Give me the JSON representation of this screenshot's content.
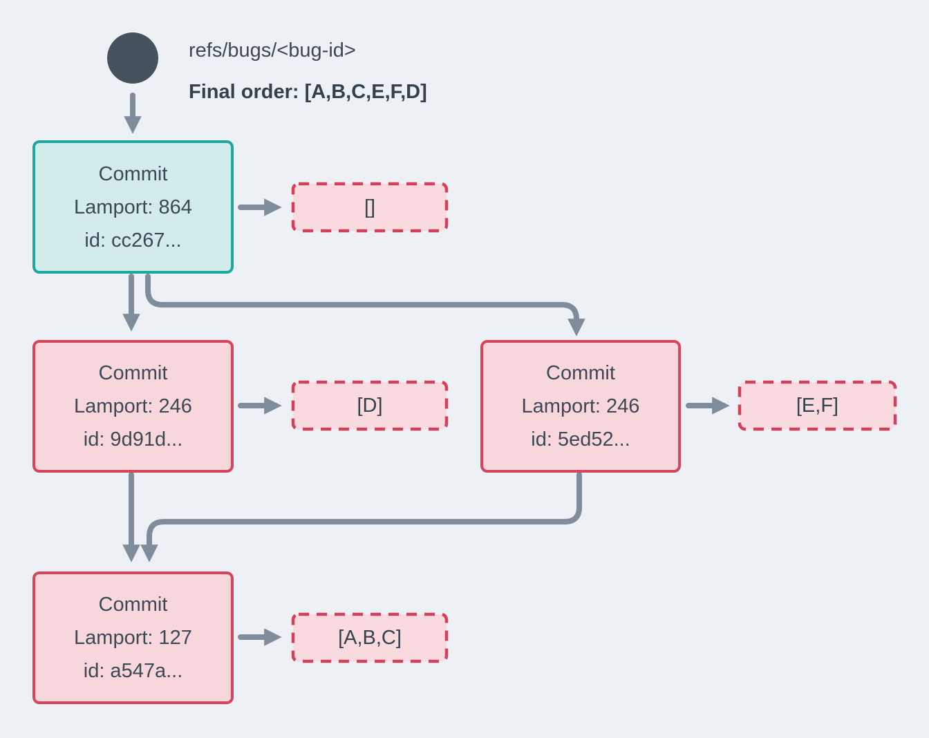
{
  "diagram": {
    "ref": {
      "name": "refs/bugs/<bug-id>",
      "final_order": "Final order: [A,B,C,E,F,D]"
    },
    "commits": [
      {
        "title": "Commit",
        "lamport": "Lamport: 864",
        "id": "id: cc267...",
        "ops": "[]",
        "role": "head"
      },
      {
        "title": "Commit",
        "lamport": "Lamport: 246",
        "id": "id: 9d91d...",
        "ops": "[D]",
        "role": "parent-left"
      },
      {
        "title": "Commit",
        "lamport": "Lamport: 246",
        "id": "id: 5ed52...",
        "ops": "[E,F]",
        "role": "parent-right"
      },
      {
        "title": "Commit",
        "lamport": "Lamport: 127",
        "id": "id: a547a...",
        "ops": "[A,B,C]",
        "role": "base"
      }
    ],
    "palette": {
      "background": "#edf1f5",
      "ref_dot": "#46535f",
      "arrow": "#7e8c9b",
      "text": "#3c4955",
      "head_border": "#1ea89b",
      "head_fill": "#d2eceb",
      "commit_border": "#d6455c",
      "commit_fill": "#f8d7dc",
      "ops_border": "#d2415b",
      "ops_fill": "#f9dade"
    }
  }
}
